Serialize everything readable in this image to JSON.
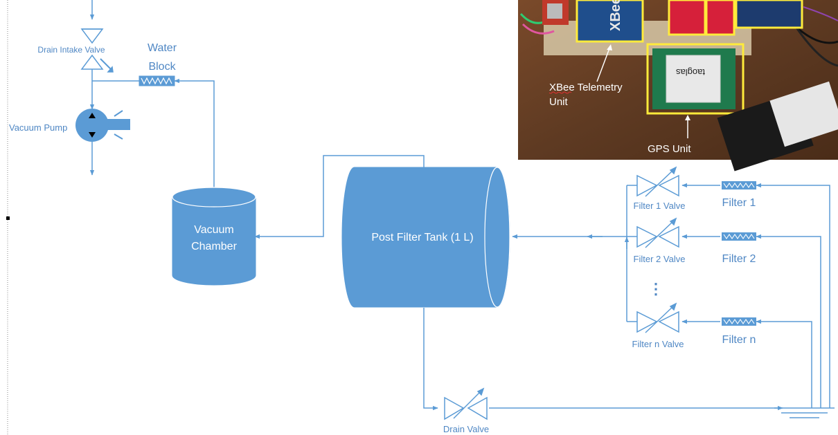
{
  "colors": {
    "line": "#5b9bd5",
    "fill": "#5b9bd5",
    "text": "#4f87c4",
    "photo_bg": "#5a3520",
    "highlight": "#ffeb3b"
  },
  "components": {
    "drain_intake_valve": "Drain Intake Valve",
    "water_block_line1": "Water",
    "water_block_line2": "Block",
    "vacuum_pump": "Vacuum Pump",
    "vacuum_chamber_line1": "Vacuum",
    "vacuum_chamber_line2": "Chamber",
    "post_filter_tank": "Post Filter Tank (1 L)",
    "drain_valve": "Drain Valve",
    "filter_1_valve": "Filter 1 Valve",
    "filter_2_valve": "Filter 2 Valve",
    "filter_n_valve": "Filter n Valve",
    "filter_1": "Filter 1",
    "filter_2": "Filter 2",
    "filter_n": "Filter n",
    "ellipsis": "⋮"
  },
  "photo": {
    "xbee_label_line1": "XBee Telemetry",
    "xbee_label_line2": "Unit",
    "gps_label": "GPS Unit",
    "xbee_chip_text": "XBee",
    "gps_chip_text": "taoglas"
  }
}
